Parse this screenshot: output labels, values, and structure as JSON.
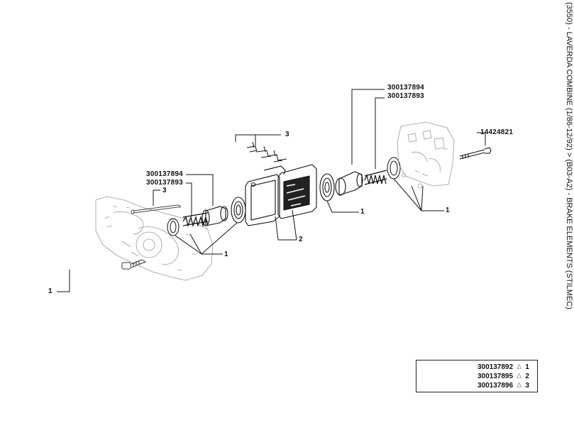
{
  "title": "(3550) - LAVERDA COMBINE (1/86-12/92) > (B03-A2) - BRAKE ELEMENTS (STILMEC)",
  "labels": {
    "pn_300137894_right": "300137894",
    "pn_300137893_right": "300137893",
    "pn_14424821": "14424821",
    "pn_300137894_left": "300137894",
    "pn_300137893_left": "300137893",
    "ref_3_top": "3",
    "ref_3_left": "3",
    "ref_2": "2",
    "ref_1_center": "1",
    "ref_1_right": "1",
    "ref_1_lower": "1",
    "ref_1_left": "1"
  },
  "kit_table": {
    "rows": [
      {
        "part": "300137892",
        "ref": "1"
      },
      {
        "part": "300137895",
        "ref": "2"
      },
      {
        "part": "300137896",
        "ref": "3"
      }
    ]
  }
}
